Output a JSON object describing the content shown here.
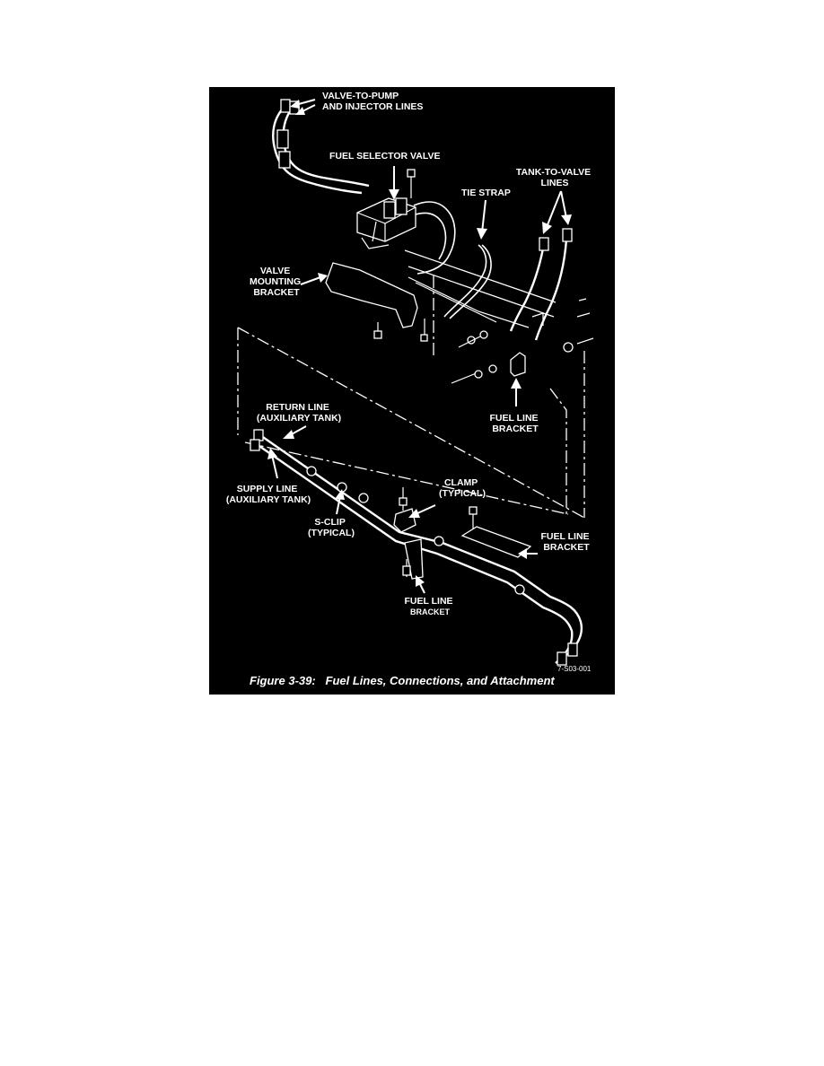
{
  "figure": {
    "labels": {
      "valve_to_pump": [
        "VALVE-TO-PUMP",
        "AND INJECTOR LINES"
      ],
      "fuel_selector_valve": "FUEL SELECTOR VALVE",
      "tank_to_valve": [
        "TANK-TO-VALVE",
        "LINES"
      ],
      "tie_strap": "TIE STRAP",
      "valve_mounting_bracket": [
        "VALVE",
        "MOUNTING",
        "BRACKET"
      ],
      "fuel_line_bracket_upper": [
        "FUEL LINE",
        "BRACKET"
      ],
      "return_line": [
        "RETURN LINE",
        "(AUXILIARY TANK)"
      ],
      "supply_line": [
        "SUPPLY LINE",
        "(AUXILIARY TANK)"
      ],
      "clamp": [
        "CLAMP",
        "(TYPICAL)"
      ],
      "s_clip": [
        "S-CLIP",
        "(TYPICAL)"
      ],
      "fuel_line_bracket_right": [
        "FUEL LINE",
        "BRACKET"
      ],
      "fuel_line_bracket_lower": [
        "FUEL LINE",
        "BRACKET"
      ]
    },
    "code": "7-S03-001",
    "caption": "Figure 3-39:   Fuel Lines, Connections, and Attachment"
  },
  "colors": {
    "background": "#000000",
    "ink": "#ffffff",
    "page": "#ffffff"
  }
}
